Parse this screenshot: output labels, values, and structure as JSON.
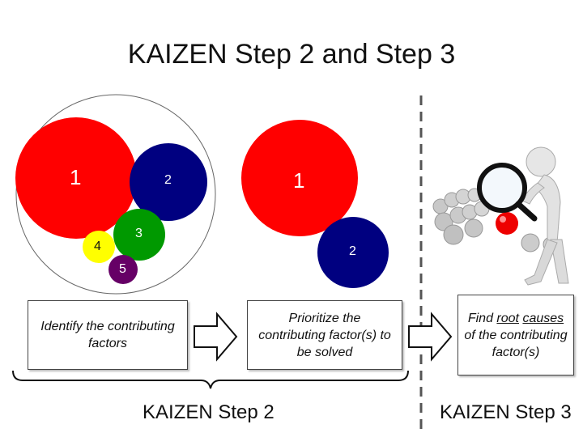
{
  "title": "KAIZEN Step 2 and Step 3",
  "circles_group1": [
    {
      "label": "1",
      "color": "#ff0000"
    },
    {
      "label": "2",
      "color": "#000080"
    },
    {
      "label": "3",
      "color": "#009900"
    },
    {
      "label": "4",
      "color": "#ffff00"
    },
    {
      "label": "5",
      "color": "#660066"
    }
  ],
  "circles_group2": [
    {
      "label": "1",
      "color": "#ff0000"
    },
    {
      "label": "2",
      "color": "#000080"
    }
  ],
  "boxes": {
    "identify": "Identify the contributing factors",
    "prioritize": "Prioritize the contributing factor(s) to be solved",
    "find": {
      "pre": "Find ",
      "root": "root",
      "causes": "causes",
      "post": " of the contributing factor(s)"
    }
  },
  "step2_label": "KAIZEN Step 2",
  "step3_label": "KAIZEN Step 3",
  "colors": {
    "red": "#ff0000",
    "navy": "#000080",
    "green": "#009900",
    "yellow": "#ffff00",
    "purple": "#660066",
    "divider": "#555555"
  }
}
